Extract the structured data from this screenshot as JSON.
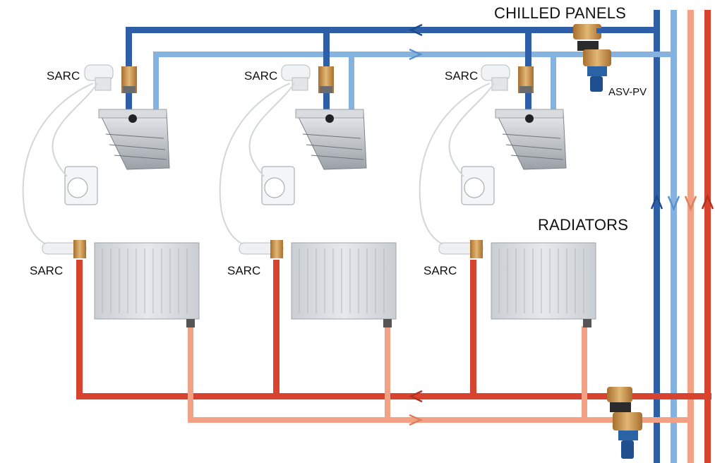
{
  "labels": {
    "chilled_panels": "CHILLED PANELS",
    "radiators": "RADIATORS",
    "asv_pv": "ASV-PV",
    "sarc": "SARC"
  },
  "colors": {
    "chilled_supply": "#2f5ea8",
    "chilled_return": "#86b2e0",
    "heating_supply": "#d8432f",
    "heating_return": "#f2a184",
    "valve_brass": "#c9914a",
    "valve_blue": "#2a62a6",
    "panel_grey": "#b7bcc2",
    "radiator_grey": "#d6dade"
  },
  "units": [
    "unit-1",
    "unit-2",
    "unit-3"
  ]
}
